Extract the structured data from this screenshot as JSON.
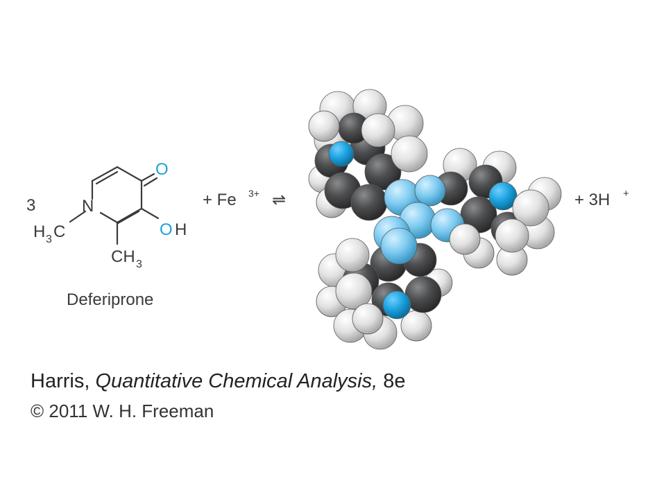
{
  "reaction": {
    "coefficient": "3",
    "atoms": {
      "ring_n": "N",
      "carbonyl_o": "O",
      "hydroxyl_o": "O",
      "hydroxyl_h": "H",
      "n_methyl_h": "H",
      "n_methyl_sub": "3",
      "n_methyl_c": "C",
      "c_methyl": "CH",
      "c_methyl_sub": "3"
    },
    "molecule_name": "Deferiprone",
    "plus_fe": "+ Fe",
    "fe_charge": "3+",
    "arrow": "⇌",
    "plus_h": "+ 3H",
    "h_charge": "+"
  },
  "caption": {
    "author": "Harris,",
    "title": "Quantitative Chemical Analysis,",
    "edition": "8e",
    "copyright": "© 2011 W. H. Freeman"
  },
  "colors": {
    "oxygen_blue": "#1ba1dd",
    "nitrogen_blue": "#1ba1dd",
    "iron_oxygen_light_blue": "#7ccaf0",
    "carbon_dark_gray": "#4a4b4d",
    "hydrogen_white": "#e6e6e6",
    "text": "#3a3a3a"
  }
}
